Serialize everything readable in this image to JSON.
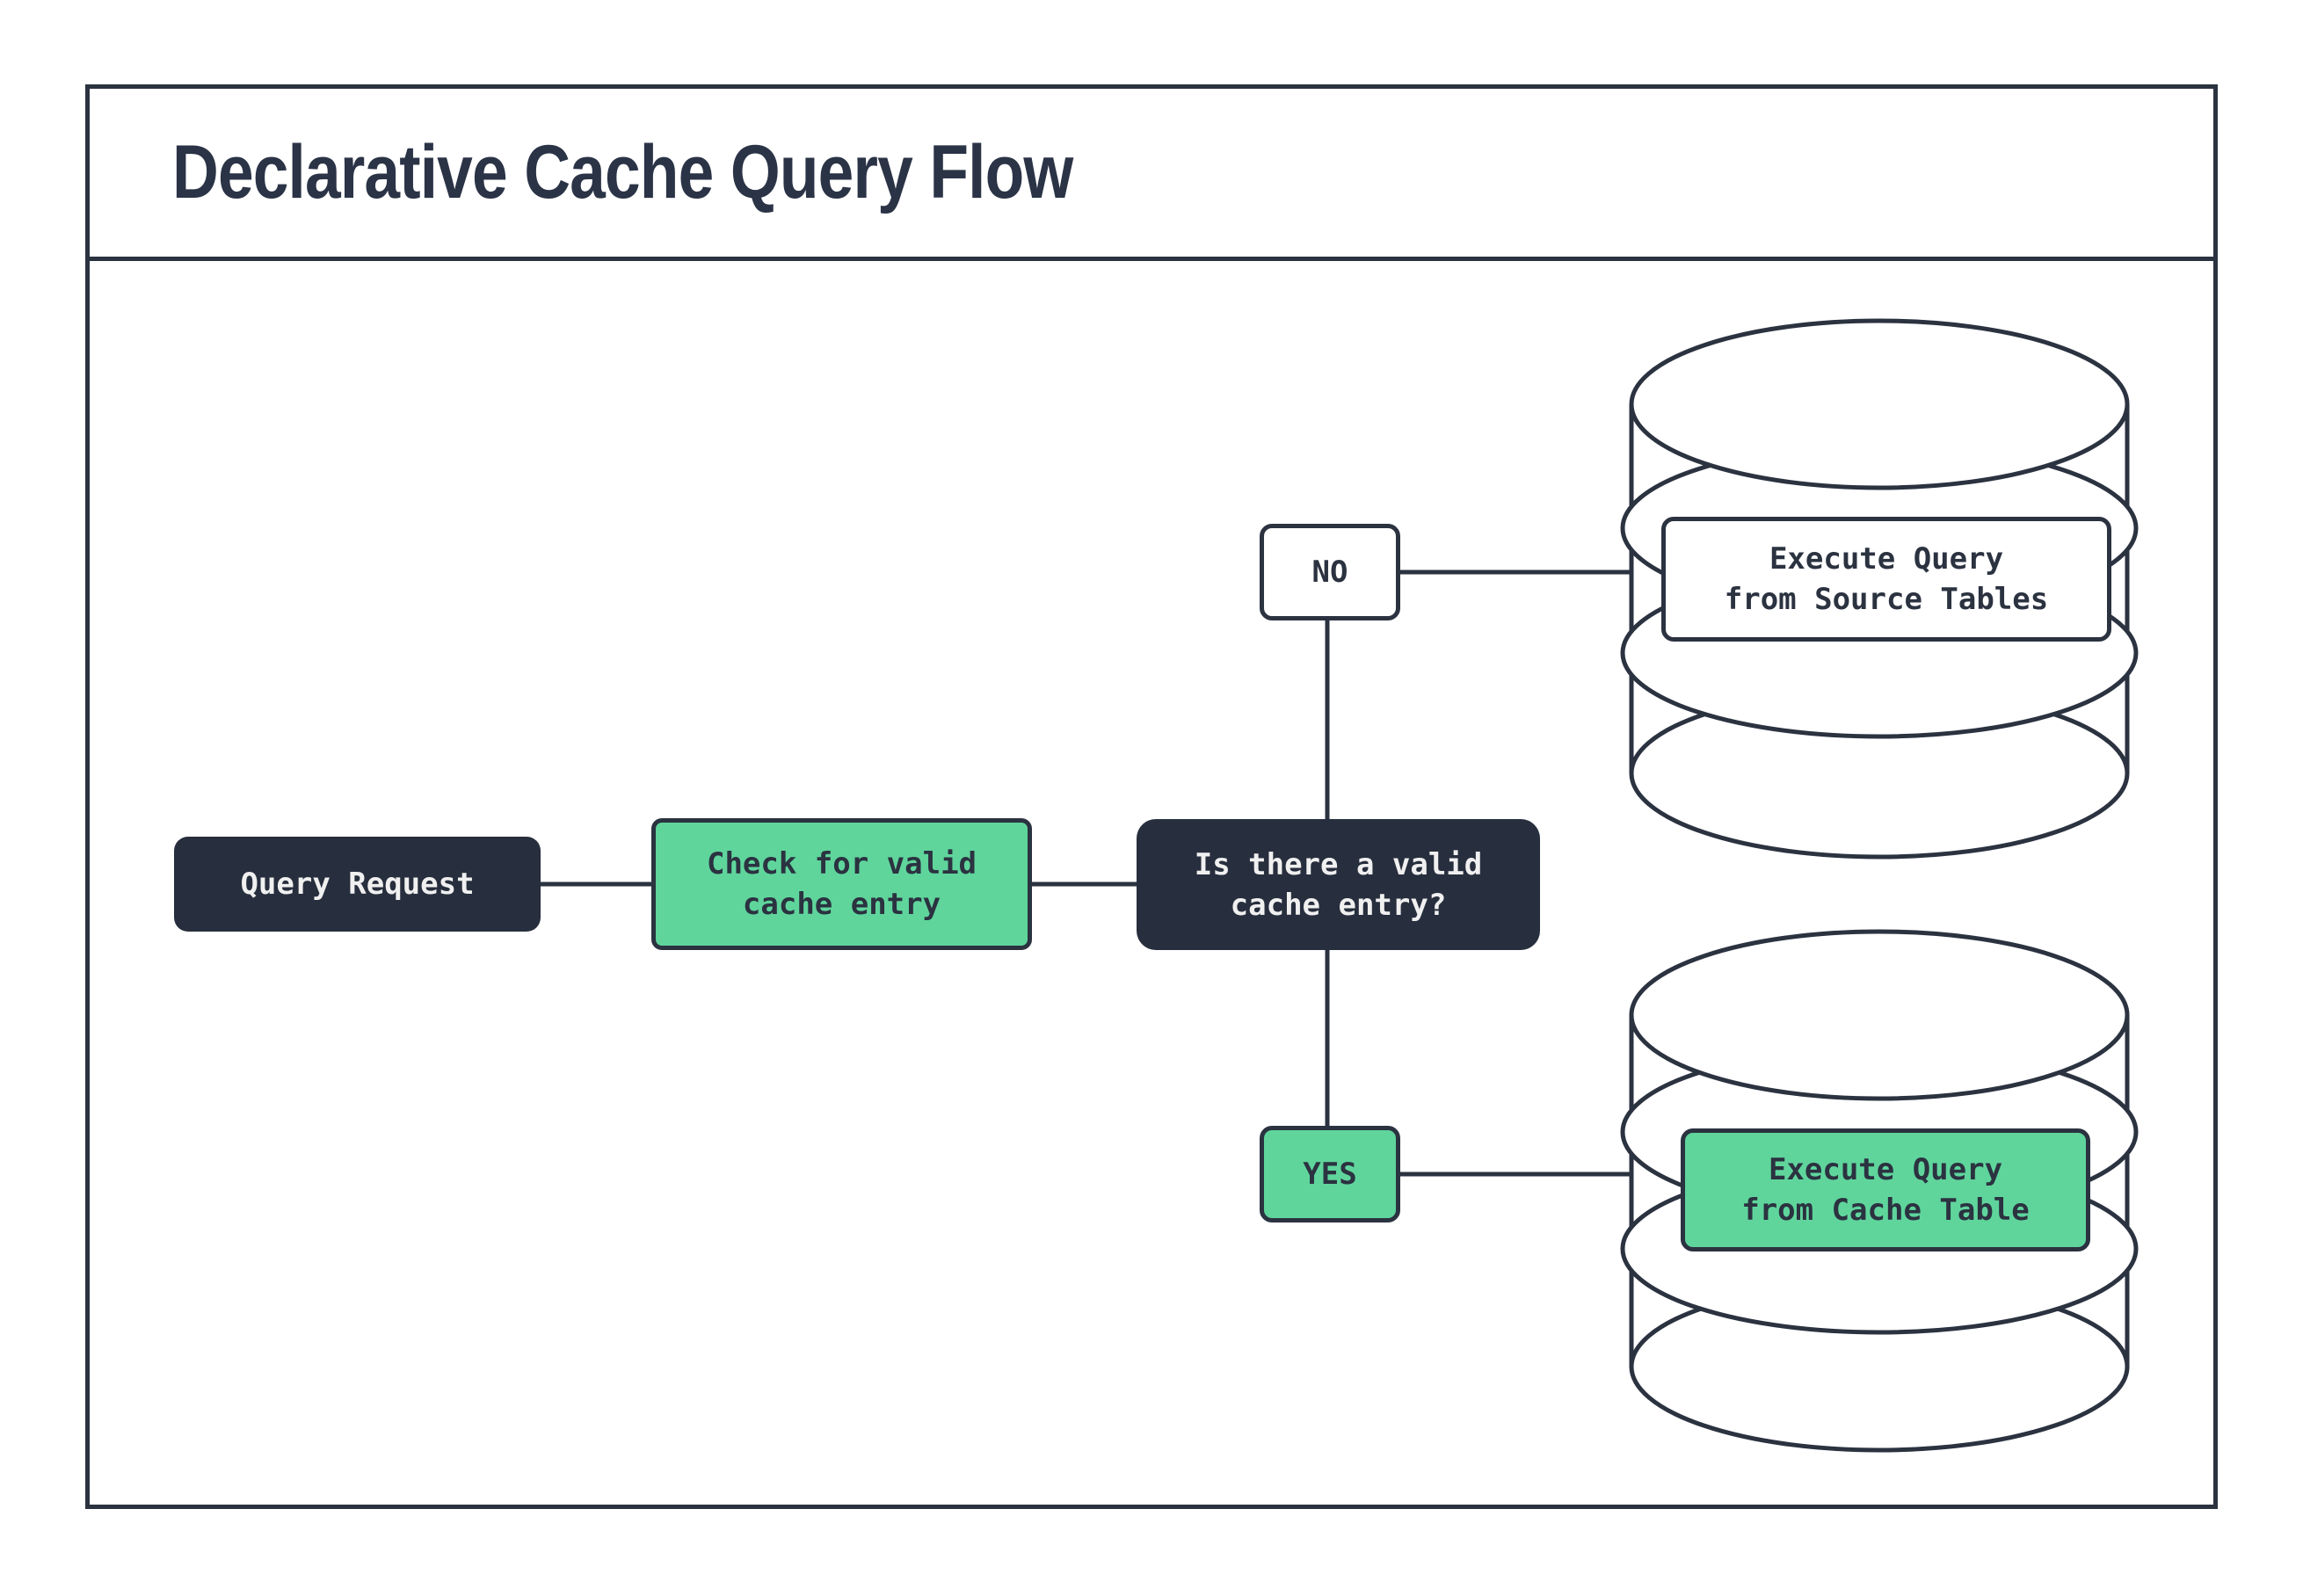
{
  "title": "Declarative Cache Query Flow",
  "colors": {
    "dark_navy": "#2b3240",
    "dark_fill": "#272e3d",
    "green": "#5fd59c",
    "light_text": "#f0f0f0",
    "background": "#ffffff"
  },
  "nodes": {
    "query_request": {
      "label": "Query Request"
    },
    "check_cache": {
      "line1": "Check for valid",
      "line2": "cache entry"
    },
    "decision": {
      "line1": "Is there a valid",
      "line2": "cache entry?"
    },
    "no_branch": {
      "label": "NO"
    },
    "yes_branch": {
      "label": "YES"
    },
    "execute_source": {
      "line1": "Execute Query",
      "line2": "from Source Tables"
    },
    "execute_cache": {
      "line1": "Execute Query",
      "line2": "from Cache Table"
    }
  }
}
